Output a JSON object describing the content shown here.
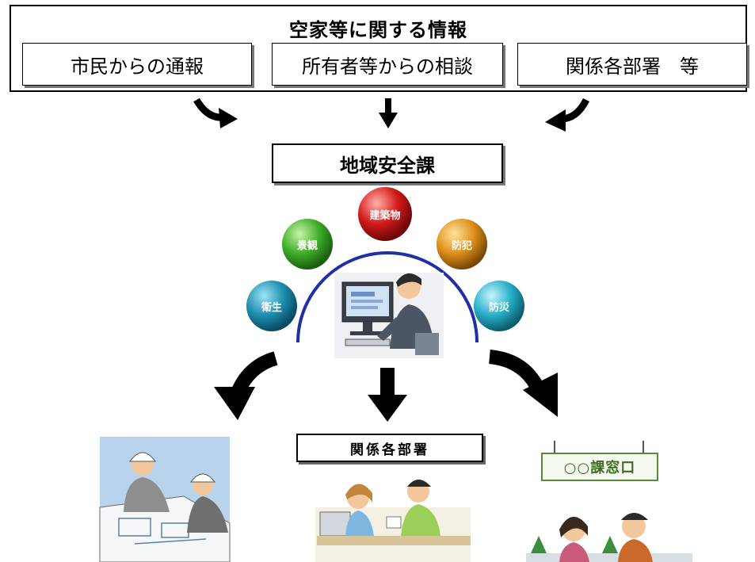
{
  "header": {
    "title": "空家等に関する情報",
    "sources": [
      "市民からの通報",
      "所有者等からの相談",
      "関係各部署　等"
    ]
  },
  "department": "地域安全課",
  "categories": [
    {
      "label": "衛生",
      "color": "#1e8fb0"
    },
    {
      "label": "景観",
      "color": "#3fae2a"
    },
    {
      "label": "建築物",
      "color": "#d31a1a"
    },
    {
      "label": "防犯",
      "color": "#e0901a"
    },
    {
      "label": "防災",
      "color": "#27b0c9"
    }
  ],
  "destinations": {
    "related_departments": "関係各部署",
    "window_sign": "○○課窓口"
  }
}
